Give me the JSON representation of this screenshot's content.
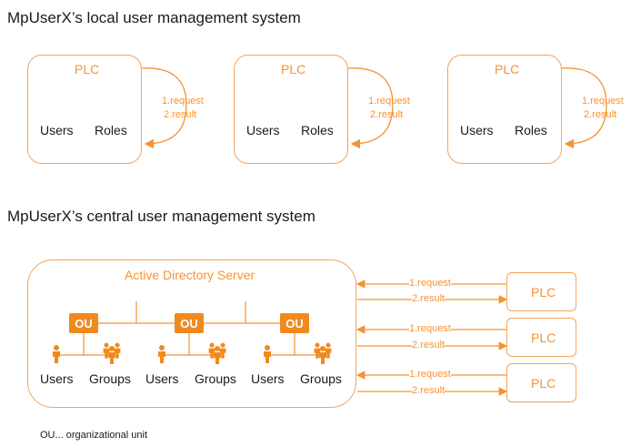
{
  "local": {
    "heading": "MpUserX’s local user management system",
    "plc_title": "PLC",
    "users_label": "Users",
    "roles_label": "Roles",
    "request_label": "1.request",
    "result_label": "2.result"
  },
  "central": {
    "heading": "MpUserX’s central user management system",
    "server_title": "Active Directory Server",
    "ou_label": "OU",
    "users_label": "Users",
    "groups_label": "Groups",
    "plc_label": "PLC",
    "request_label": "1.request",
    "result_label": "2.result"
  },
  "footnote": "OU... organizational unit",
  "colors": {
    "accent": "#f59331",
    "ou_fill": "#f08a1e",
    "border": "#f5a35a"
  },
  "icons": [
    "person-icon",
    "group-icon"
  ]
}
